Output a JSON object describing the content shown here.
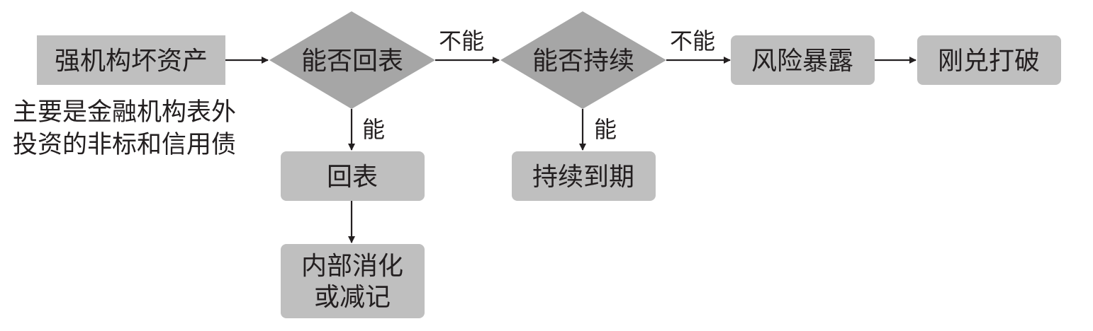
{
  "colors": {
    "box_fill": "#bfbfbf",
    "diamond_fill": "#a6a6a6",
    "line": "#231f20",
    "text": "#231f20"
  },
  "nodes": {
    "start": "强机构坏资产",
    "decision1": "能否回表",
    "return_to_balance": "回表",
    "internal_digest": [
      "内部消化",
      "或减记"
    ],
    "decision2": "能否持续",
    "hold_to_maturity": "持续到期",
    "risk_exposure": "风险暴露",
    "break_guarantee": "刚兑打破"
  },
  "edge_labels": {
    "d1_no": "不能",
    "d1_yes": "能",
    "d2_no": "不能",
    "d2_yes": "能"
  },
  "note": [
    "主要是金融机构表外",
    "投资的非标和信用债"
  ]
}
